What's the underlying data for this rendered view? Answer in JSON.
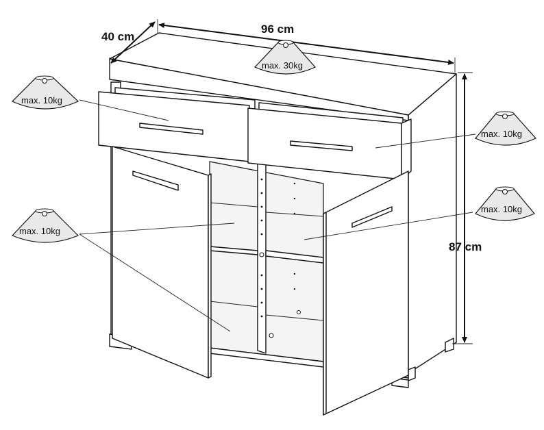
{
  "dimensions": {
    "width": "96 cm",
    "depth": "40 cm",
    "height": "87 cm"
  },
  "load_limits": {
    "top": "max. 30kg",
    "drawer_left": "max. 10kg",
    "drawer_right": "max. 10kg",
    "shelf_left": "max. 10kg",
    "shelf_right": "max. 10kg"
  }
}
